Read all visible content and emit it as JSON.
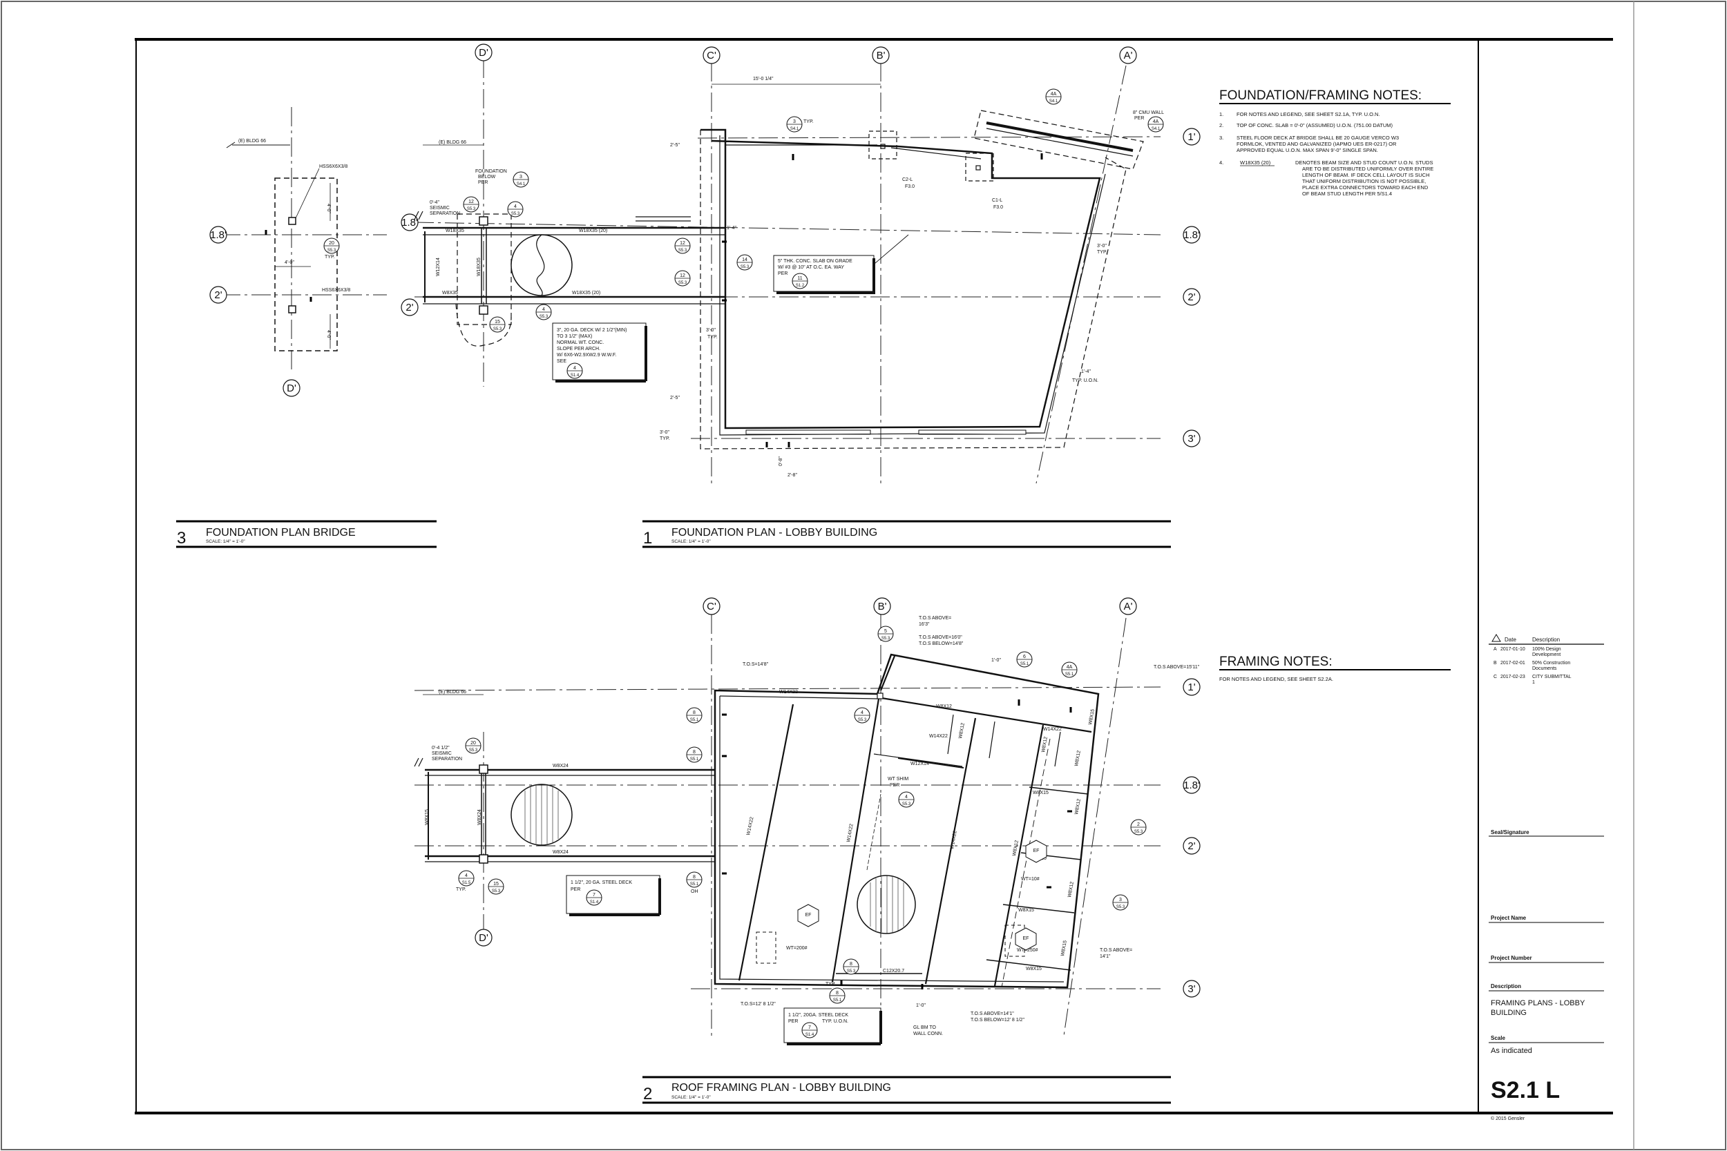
{
  "title_block": {
    "revisions_header": [
      "Date",
      "Description"
    ],
    "revisions": [
      {
        "mark": "A",
        "date": "2017-01-10",
        "desc": [
          "100% Design",
          "Development"
        ]
      },
      {
        "mark": "B",
        "date": "2017-02-01",
        "desc": [
          "50% Construction",
          "Documents"
        ]
      },
      {
        "mark": "C",
        "date": "2017-02-23",
        "desc": [
          "CITY SUBMITTAL",
          "1"
        ]
      }
    ],
    "seal_label": "Seal/Signature",
    "project_name_label": "Project Name",
    "project_number_label": "Project Number",
    "description_label": "Description",
    "description_lines": [
      "FRAMING PLANS - LOBBY",
      "BUILDING"
    ],
    "scale_label": "Scale",
    "scale_value": "As indicated",
    "sheet_number": "S2.1 L",
    "copyright": "© 2015 Gensler"
  },
  "drawing_titles": {
    "d3": {
      "number": "3",
      "title": "FOUNDATION PLAN BRIDGE",
      "scale": "SCALE:   1/4\" = 1'-0\""
    },
    "d1": {
      "number": "1",
      "title": "FOUNDATION PLAN - LOBBY BUILDING",
      "scale": "SCALE:   1/4\" = 1'-0\""
    },
    "d2": {
      "number": "2",
      "title": "ROOF FRAMING PLAN - LOBBY BUILDING",
      "scale": "SCALE:   1/4\" = 1'-0\""
    }
  },
  "foundation_notes": {
    "heading": "FOUNDATION/FRAMING NOTES:",
    "items": [
      {
        "num": "1.",
        "lines": [
          "FOR NOTES AND LEGEND, SEE SHEET S2.1A, TYP. U.O.N."
        ]
      },
      {
        "num": "2.",
        "lines": [
          "TOP OF CONC. SLAB = 0'-0\" (ASSUMED) U.O.N. (751.00 DATUM)"
        ]
      },
      {
        "num": "3.",
        "lines": [
          "STEEL FLOOR DECK AT BRIDGE SHALL BE 20 GAUGE VERCO W3",
          "FORMLOK, VENTED AND GALVANIZED (IAPMO UES ER-0217) OR",
          "APPROVED EQUAL U.O.N. MAX SPAN 9'-0\" SINGLE SPAN."
        ]
      },
      {
        "num": "4.",
        "key": "W18X35 (20)",
        "lines": [
          "DENOTES BEAM SIZE AND STUD COUNT U.O.N. STUDS",
          "ARE TO BE DISTRIBUTED UNIFORMLY OVER ENTIRE",
          "LENGTH OF BEAM. IF DECK CELL LAYOUT IS SUCH",
          "THAT UNIFORM DISTRIBUTION IS NOT POSSIBLE,",
          "PLACE EXTRA CONNECTORS TOWARD EACH END",
          "OF BEAM STUD LENGTH PER 5/S1.4"
        ]
      }
    ]
  },
  "framing_notes": {
    "heading": "FRAMING NOTES:",
    "line": "FOR NOTES AND LEGEND, SEE SHEET S2.2A."
  },
  "grid_labels": {
    "d_prime": "D'",
    "c_prime": "C'",
    "b_prime": "B'",
    "a_prime": "A'",
    "r1": "1'",
    "r18": "1.8'",
    "r2": "2'",
    "r3": "3'"
  },
  "plan1": {
    "dim_top": "15'-0 1/4\"",
    "bldg": "(E) BLDG 66",
    "foundation_below": [
      "FOUNDATION",
      "BELOW",
      "PER"
    ],
    "seismic": [
      "0'-4\"",
      "SEISMIC",
      "SEPARATION"
    ],
    "beams": [
      "W18X35",
      "W18X35 (20)",
      "W18X35 (20)",
      "W12X14",
      "W18X35",
      "W8X35",
      "W8X35"
    ],
    "slab_note": [
      "5\" THK. CONC. SLAB ON GRADE",
      "W/ #3 @ 10\" AT O.C. EA. WAY",
      "PER"
    ],
    "deck_note": [
      "3\", 20 GA. DECK W/ 2 1/2\"(MIN)",
      "TO 3 1/2\" (MAX)",
      "NORMAL WT. CONC.",
      "SLOPE PER ARCH.",
      "W/ 6X6-W2.9XW2.9 W.W.F.",
      "SEE"
    ],
    "dims": [
      "2'-5\"",
      "1'-4\"",
      "3'-0\"",
      "2'-5\"",
      "3'-0\"",
      "1'-4\"",
      "3'-0\""
    ],
    "typ": "TYP.",
    "typ_uon": "TYP. U.O.N.",
    "cmu": [
      "8\" CMU WALL",
      "PER"
    ],
    "c2l": "C2-L",
    "c1l": "C1-L",
    "f30": "F3.0",
    "dim_bottom": [
      "0'-8\"",
      "2'-8\""
    ],
    "bubbles": [
      {
        "t": "3",
        "b": "S4.1"
      },
      {
        "t": "4A",
        "b": "S4.1"
      },
      {
        "t": "4A",
        "b": "S4.1"
      },
      {
        "t": "3",
        "b": "S4.1"
      },
      {
        "t": "12",
        "b": "S5.3"
      },
      {
        "t": "4",
        "b": "S5.3"
      },
      {
        "t": "12",
        "b": "S5.3"
      },
      {
        "t": "14",
        "b": "S5.3"
      },
      {
        "t": "12",
        "b": "S5.3"
      },
      {
        "t": "15",
        "b": "S5.3"
      },
      {
        "t": "4",
        "b": "S5.3"
      },
      {
        "t": "4",
        "b": "S1.4"
      },
      {
        "t": "11",
        "b": "S1.2"
      }
    ]
  },
  "plan3": {
    "bldg": "(E) BLDG 66",
    "hss": "HSS6X6X3/8",
    "dims": [
      "4'-0\"",
      "4'-0\"",
      "4'-0\""
    ],
    "bubble": {
      "t": "20",
      "b": "S5.3"
    },
    "typ": "TYP."
  },
  "plan2": {
    "bldg": "(E) BLDG 66",
    "seismic": [
      "0'-4 1/2\"",
      "SEISMIC",
      "SEPARATION"
    ],
    "beams": [
      "W14X22",
      "W8X24",
      "W8X24",
      "W8X24",
      "W8X15",
      "W14X22",
      "W14X22",
      "W14X22",
      "W8X12",
      "W8X12",
      "W14X22",
      "W8X12",
      "W12X14",
      "W8X15",
      "W8X12",
      "W8X12",
      "W14X22",
      "W8X12",
      "W8X15",
      "W8X12",
      "W8X15",
      "W8X15",
      "W8X15",
      "W8X15"
    ],
    "tos": [
      "T.O.S=14'8\"",
      "T.O.S ABOVE=",
      "16'3\"",
      "T.O.S ABOVE=16'0\"",
      "T.O.S BELOW=14'8\"",
      "T.O.S ABOVE=15'11\"",
      "T.O.S ABOVE=",
      "14'1\"",
      "T.O.S=12' 8 1/2\"",
      "T.O.S ABOVE=14'1\"",
      "T.O.S BELOW=12' 8 1/2\""
    ],
    "shim": [
      "WT SHIM",
      "PER"
    ],
    "deck1": [
      "1 1/2\", 20 GA. STEEL DECK",
      "PER"
    ],
    "deck2": [
      "1 1/2\", 20GA. STEEL DECK",
      "PER",
      "TYP. U.O.N."
    ],
    "gl": [
      "GL BM TO",
      "WALL CONN."
    ],
    "c12": "C12X20.7",
    "wt": [
      "WT=200#",
      "WT=10#",
      "WT=250#"
    ],
    "ef": "EF",
    "dim": "1'-0\"",
    "typ": "TYP.",
    "oh": "OH",
    "bubbles": [
      {
        "t": "5",
        "b": "S5.3"
      },
      {
        "t": "6",
        "b": "S5.1"
      },
      {
        "t": "4A",
        "b": "S5.1"
      },
      {
        "t": "4",
        "b": "S5.3"
      },
      {
        "t": "8",
        "b": "S5.1"
      },
      {
        "t": "8",
        "b": "S5.1"
      },
      {
        "t": "8",
        "b": "S5.1"
      },
      {
        "t": "20",
        "b": "S5.3"
      },
      {
        "t": "4",
        "b": "S1.5"
      },
      {
        "t": "15",
        "b": "S5.3"
      },
      {
        "t": "2",
        "b": "S5.3"
      },
      {
        "t": "3",
        "b": "S5.3"
      },
      {
        "t": "4",
        "b": "S5.3"
      },
      {
        "t": "8",
        "b": "S5.3"
      },
      {
        "t": "8",
        "b": "S5.1"
      },
      {
        "t": "7",
        "b": "S1.4"
      },
      {
        "t": "7",
        "b": "S1.4"
      }
    ]
  }
}
